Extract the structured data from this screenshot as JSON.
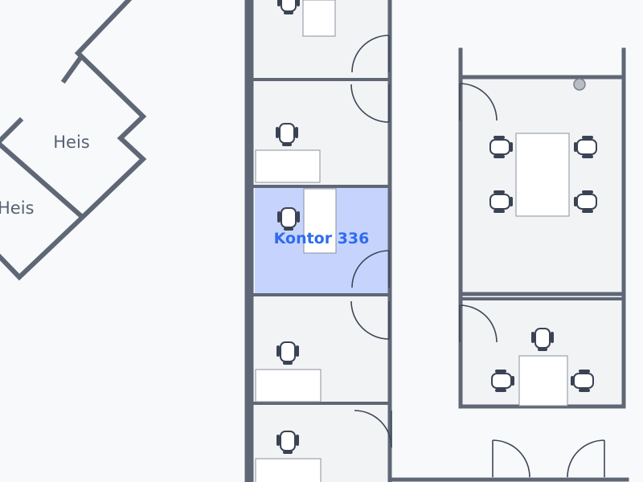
{
  "map": {
    "elevator_labels": [
      "Heis",
      "Heis"
    ],
    "selected_room": {
      "label": "Kontor 336",
      "highlight_color": "#c6d4fd",
      "label_color": "#2f6bf0"
    },
    "colors": {
      "background": "#f8f9fb",
      "room_floor": "#f2f3f5",
      "wall": "#5f6776"
    }
  }
}
